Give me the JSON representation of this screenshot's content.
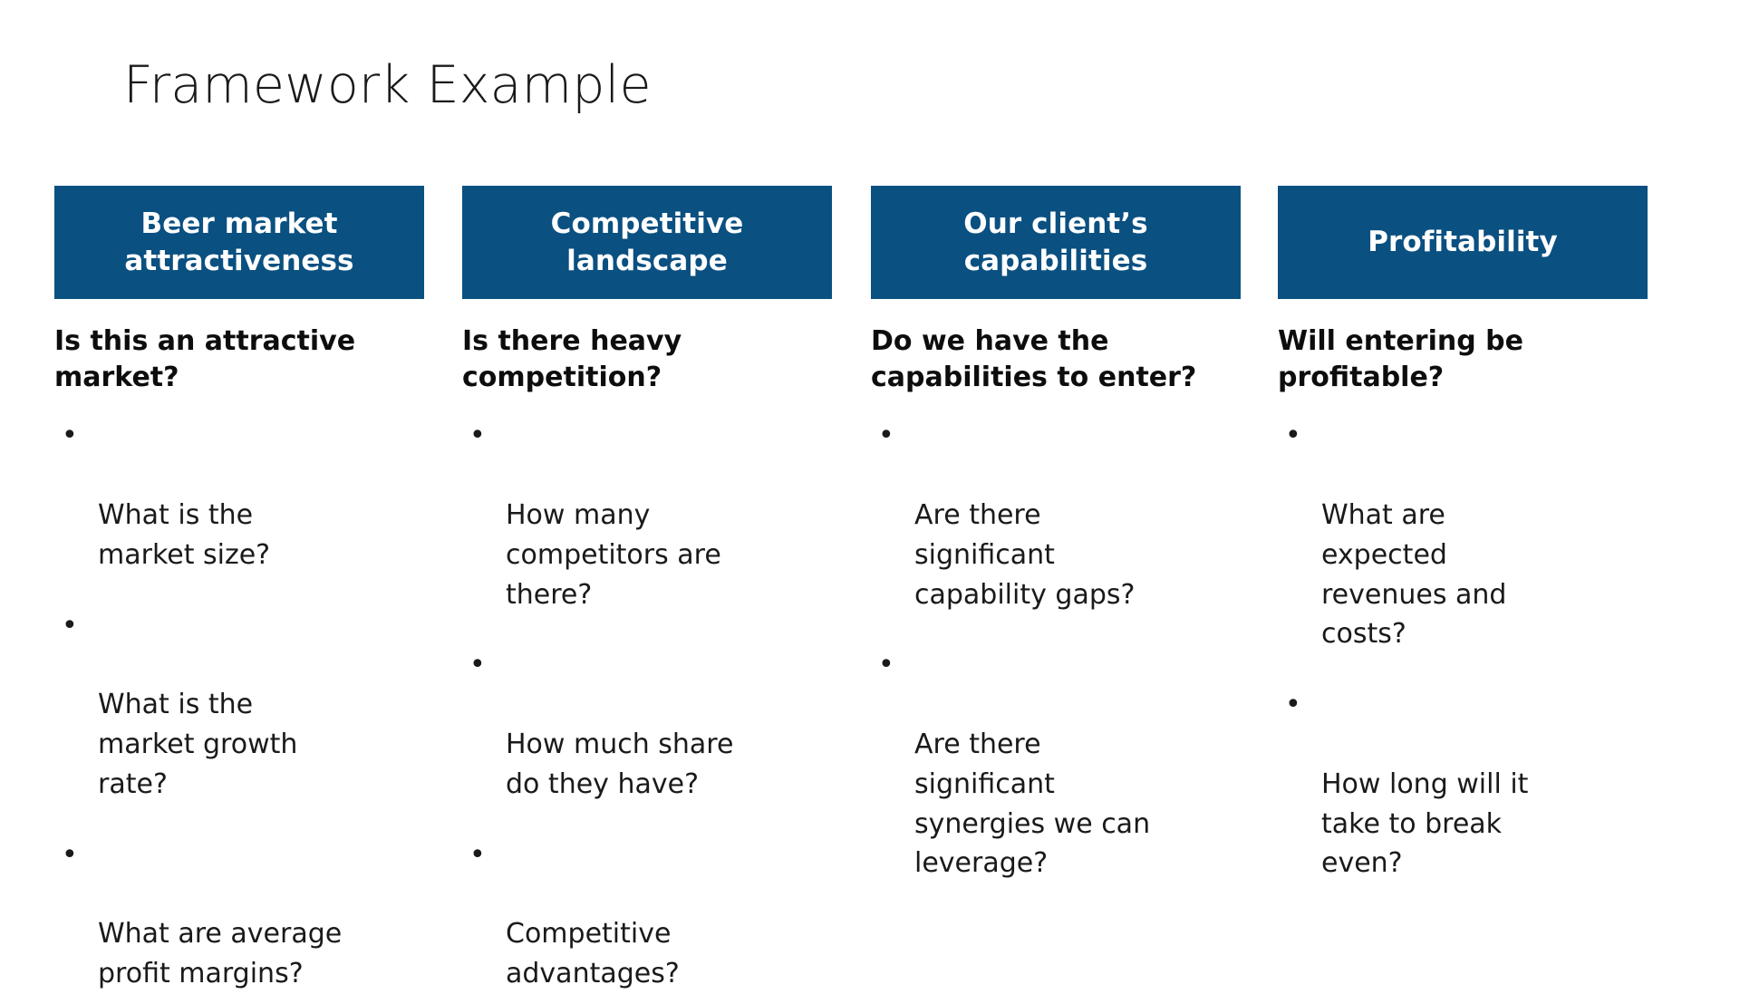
{
  "slide": {
    "title": "Framework Example",
    "background_color": "#ffffff",
    "accent_color": "#0a5081",
    "header_text_color": "#ffffff",
    "body_text_color": "#1a1a1a",
    "bullet_marker": "•"
  },
  "columns": [
    {
      "header": "Beer market\nattractiveness",
      "question": "Is this an attractive\nmarket?",
      "bullets": [
        "What is the\nmarket size?",
        "What is the\nmarket growth\nrate?",
        "What are average\nprofit margins?"
      ]
    },
    {
      "header": "Competitive\nlandscape",
      "question": "Is there heavy\ncompetition?",
      "bullets": [
        "How many\ncompetitors are\nthere?",
        "How much share\ndo they have?",
        "Competitive\nadvantages?"
      ]
    },
    {
      "header": "Our client’s\ncapabilities",
      "question": "Do we have the\ncapabilities to enter?",
      "bullets": [
        "Are there\nsignificant\ncapability gaps?",
        "Are there\nsignificant\nsynergies we can\nleverage?"
      ]
    },
    {
      "header": "Profitability",
      "question": "Will entering be\nprofitable?",
      "bullets": [
        "What are\nexpected\nrevenues and\ncosts?",
        "How long will it\ntake to break\neven?"
      ]
    }
  ]
}
